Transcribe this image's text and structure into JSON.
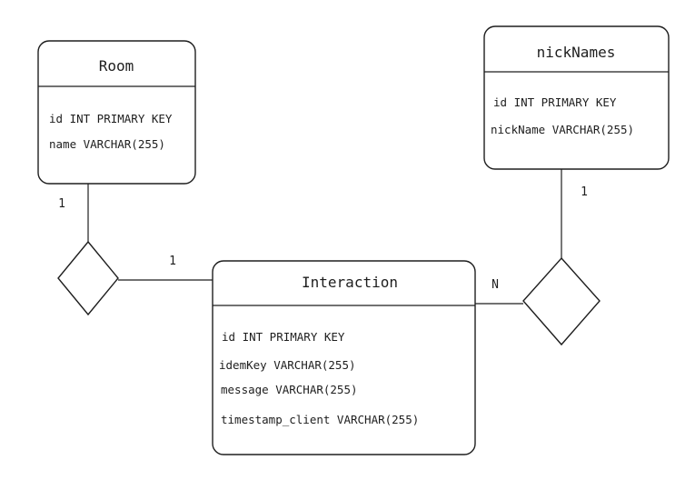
{
  "entities": {
    "room": {
      "title": "Room",
      "attributes": [
        "id INT PRIMARY KEY",
        "name VARCHAR(255)"
      ]
    },
    "nicknames": {
      "title": "nickNames",
      "attributes": [
        "id INT PRIMARY KEY",
        "nickName VARCHAR(255)"
      ]
    },
    "interaction": {
      "title": "Interaction",
      "attributes": [
        "id INT PRIMARY KEY",
        "idemKey VARCHAR(255)",
        "message VARCHAR(255)",
        "timestamp_client VARCHAR(255)"
      ]
    }
  },
  "cardinalities": {
    "room_side": "1",
    "interaction_left": "1",
    "nicknames_side": "1",
    "interaction_right": "N"
  },
  "colors": {
    "stroke": "#1e1e1e",
    "background": "#ffffff"
  }
}
